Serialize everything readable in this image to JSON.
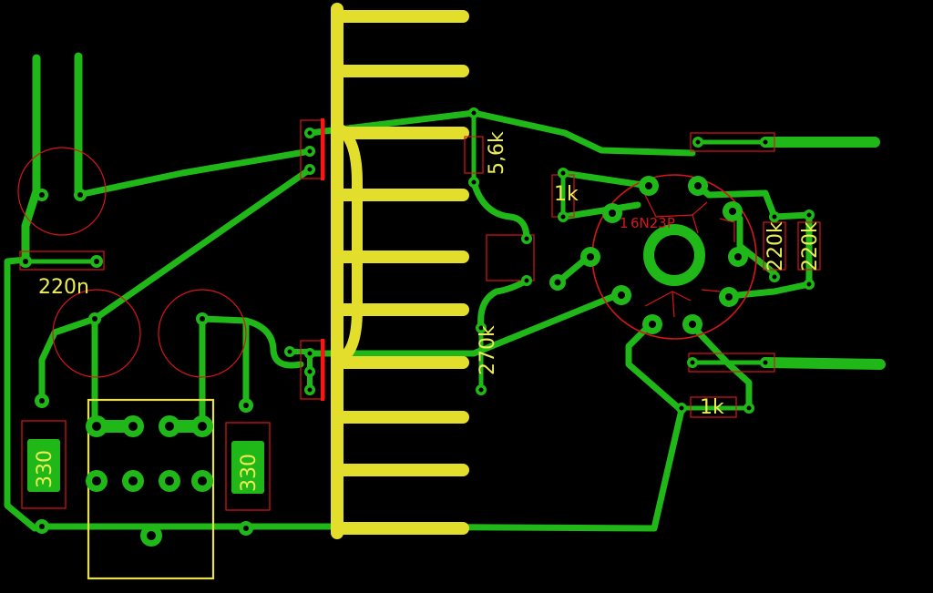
{
  "colors": {
    "background": "#000000",
    "copper": "#1fb818",
    "bus": "#e3de2b",
    "silkscreen": "#ecec54",
    "package_outline": "#d8151c"
  },
  "labels": {
    "cap_220n": "220n",
    "r_330_left": "330",
    "r_330_right": "330",
    "r_5k6": "5,6k",
    "r_1k_top": "1k",
    "r_220k_a": "220k",
    "r_220k_b": "220k",
    "r_270k": "270k",
    "r_1k_bottom": "1k",
    "tube_part": "6N23P",
    "tube_pin_prefix": "1"
  }
}
